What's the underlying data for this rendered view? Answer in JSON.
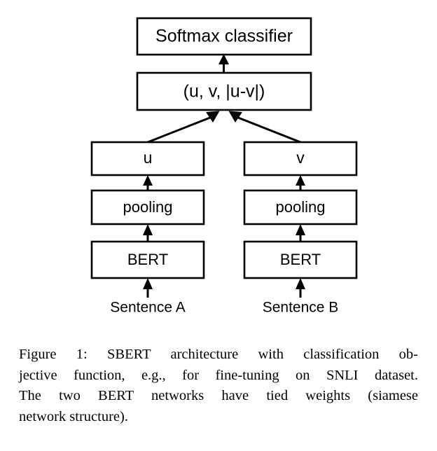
{
  "figure": {
    "diagram_title": "SBERT architecture with classification objective function",
    "nodes": {
      "softmax": "Softmax classifier",
      "concat": "(u, v, |u-v|)",
      "left_embedding": "u",
      "right_embedding": "v",
      "left_pooling": "pooling",
      "right_pooling": "pooling",
      "left_encoder": "BERT",
      "right_encoder": "BERT",
      "left_input": "Sentence A",
      "right_input": "Sentence B"
    },
    "colors": {
      "stroke": "#000000",
      "box_fill": "#ffffff",
      "background": "#ffffff",
      "text": "#000000"
    }
  },
  "caption": {
    "lines": [
      "Figure 1: SBERT architecture with classification ob-",
      "jective function, e.g., for fine-tuning on SNLI dataset.",
      "The two BERT networks have tied weights (siamese",
      "network structure)."
    ],
    "label": "Figure 1:",
    "full_text": "Figure 1: SBERT architecture with classification objective function, e.g., for fine-tuning on SNLI dataset. The two BERT networks have tied weights (siamese network structure)."
  }
}
